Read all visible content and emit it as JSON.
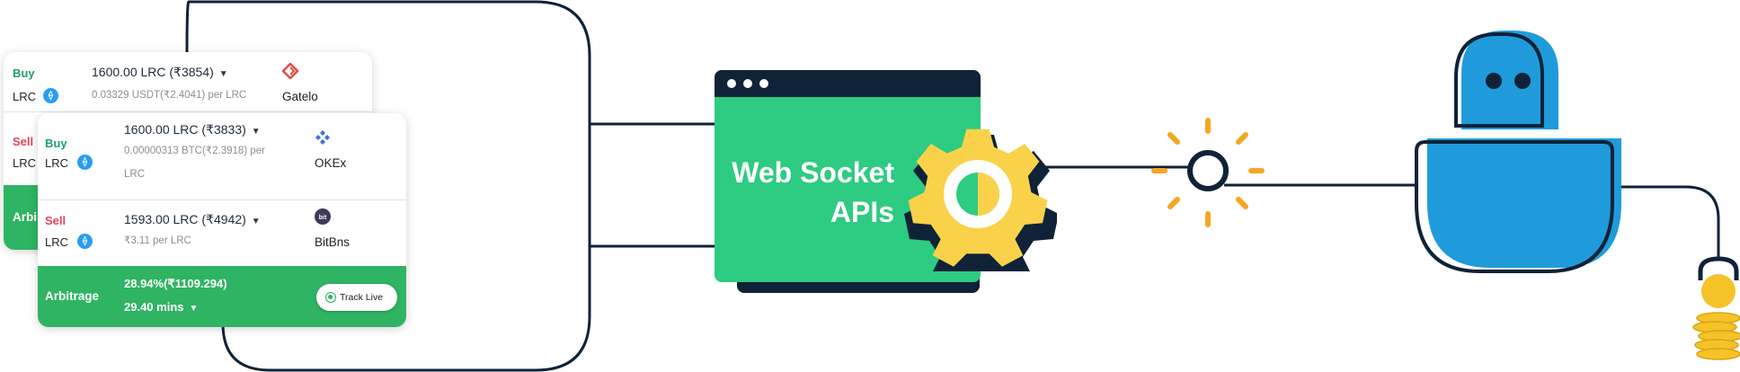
{
  "back_card": {
    "buy_label": "Buy",
    "coin": "LRC",
    "qty": "1600.00 LRC (₹3854)",
    "rate": "0.03329 USDT(₹2.4041) per LRC",
    "exchange": "Gatelo",
    "sell_label": "Sell",
    "sell_coin": "LRC",
    "arb_label": "Arbi"
  },
  "front_card": {
    "buy": {
      "label": "Buy",
      "coin": "LRC",
      "qty": "1600.00 LRC (₹3833)",
      "rate_line1": "0.00000313 BTC(₹2.3918) per",
      "rate_line2": "LRC",
      "exchange": "OKEx"
    },
    "sell": {
      "label": "Sell",
      "coin": "LRC",
      "qty": "1593.00 LRC (₹4942)",
      "rate": "₹3.11 per LRC",
      "exchange": "BitBns"
    },
    "arbitrage": {
      "label": "Arbitrage",
      "value": "28.94%(₹1109.294)",
      "mins": "29.40 mins",
      "track_label": "Track Live"
    }
  },
  "window": {
    "title_line1": "Web Socket",
    "title_line2": "APIs"
  },
  "colors": {
    "navy": "#0f2238",
    "green": "#2ecb82",
    "arb_green": "#2fb463",
    "gear_yellow": "#f9d24a",
    "spark_orange": "#f5a623",
    "robot_blue": "#1f9bdb",
    "coin_gold": "#f5c228",
    "buy_green": "#1e9e6a",
    "sell_red": "#e83e5c"
  },
  "icons": {
    "coin": "lrc-coin-icon",
    "gatelo": "gatelo-logo-icon",
    "okex": "okex-logo-icon",
    "bitbns": "bitbns-logo-icon",
    "chevron": "chevron-down-icon",
    "gear": "gear-icon",
    "robot": "robot-icon",
    "coins": "coin-stack-icon"
  }
}
